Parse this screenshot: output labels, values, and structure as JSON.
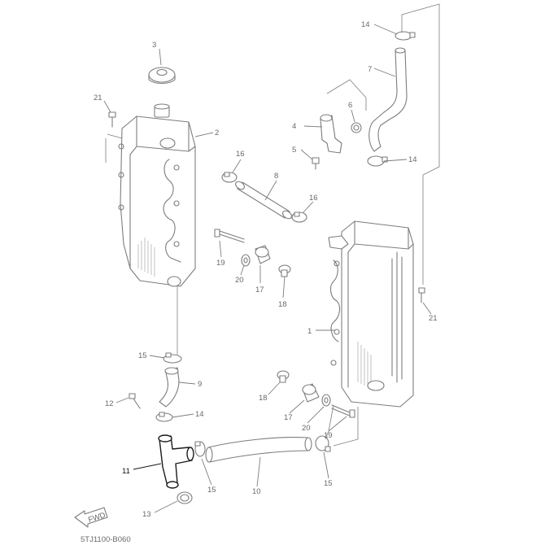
{
  "diagram": {
    "callouts": {
      "c1": "1",
      "c2": "2",
      "c3": "3",
      "c4": "4",
      "c5": "5",
      "c6": "6",
      "c7": "7",
      "c8": "8",
      "c9": "9",
      "c10": "10",
      "c11": "11",
      "c12": "12",
      "c13": "13",
      "c14a": "14",
      "c14b": "14",
      "c14c": "14",
      "c15a": "15",
      "c15b": "15",
      "c15c": "15",
      "c16a": "16",
      "c16b": "16",
      "c17a": "17",
      "c17b": "17",
      "c18a": "18",
      "c18b": "18",
      "c19a": "19",
      "c19b": "19",
      "c20a": "20",
      "c20b": "20",
      "c21a": "21",
      "c21b": "21"
    },
    "fwd_label": "FWD",
    "catalog_code": "5TJ1100-B060"
  }
}
